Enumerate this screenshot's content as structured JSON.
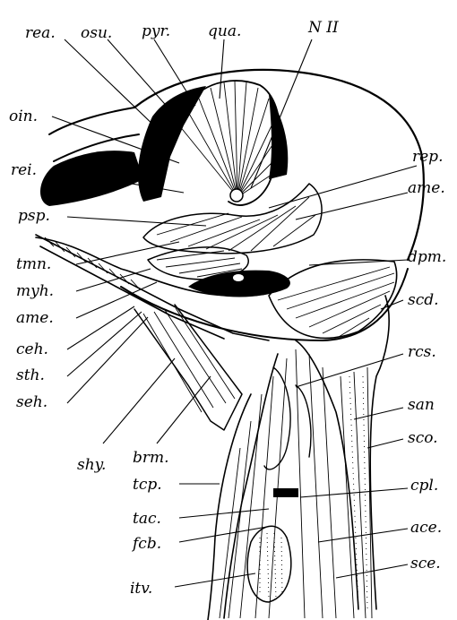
{
  "figure": {
    "labels_top": [
      "rea.",
      "osu.",
      "pyr.",
      "qua.",
      "N II"
    ],
    "labels_left": [
      "oin.",
      "rei.",
      "psp.",
      "tmn.",
      "myh.",
      "ame.",
      "ceh.",
      "sth.",
      "seh."
    ],
    "labels_right": [
      "rep.",
      "ame.",
      "dpm.",
      "scd.",
      "rcs.",
      "san",
      "sco.",
      "cpl.",
      "ace.",
      "sce."
    ],
    "labels_bottom": [
      "shy.",
      "brm.",
      "tcp.",
      "tac.",
      "fcb.",
      "itv."
    ]
  }
}
